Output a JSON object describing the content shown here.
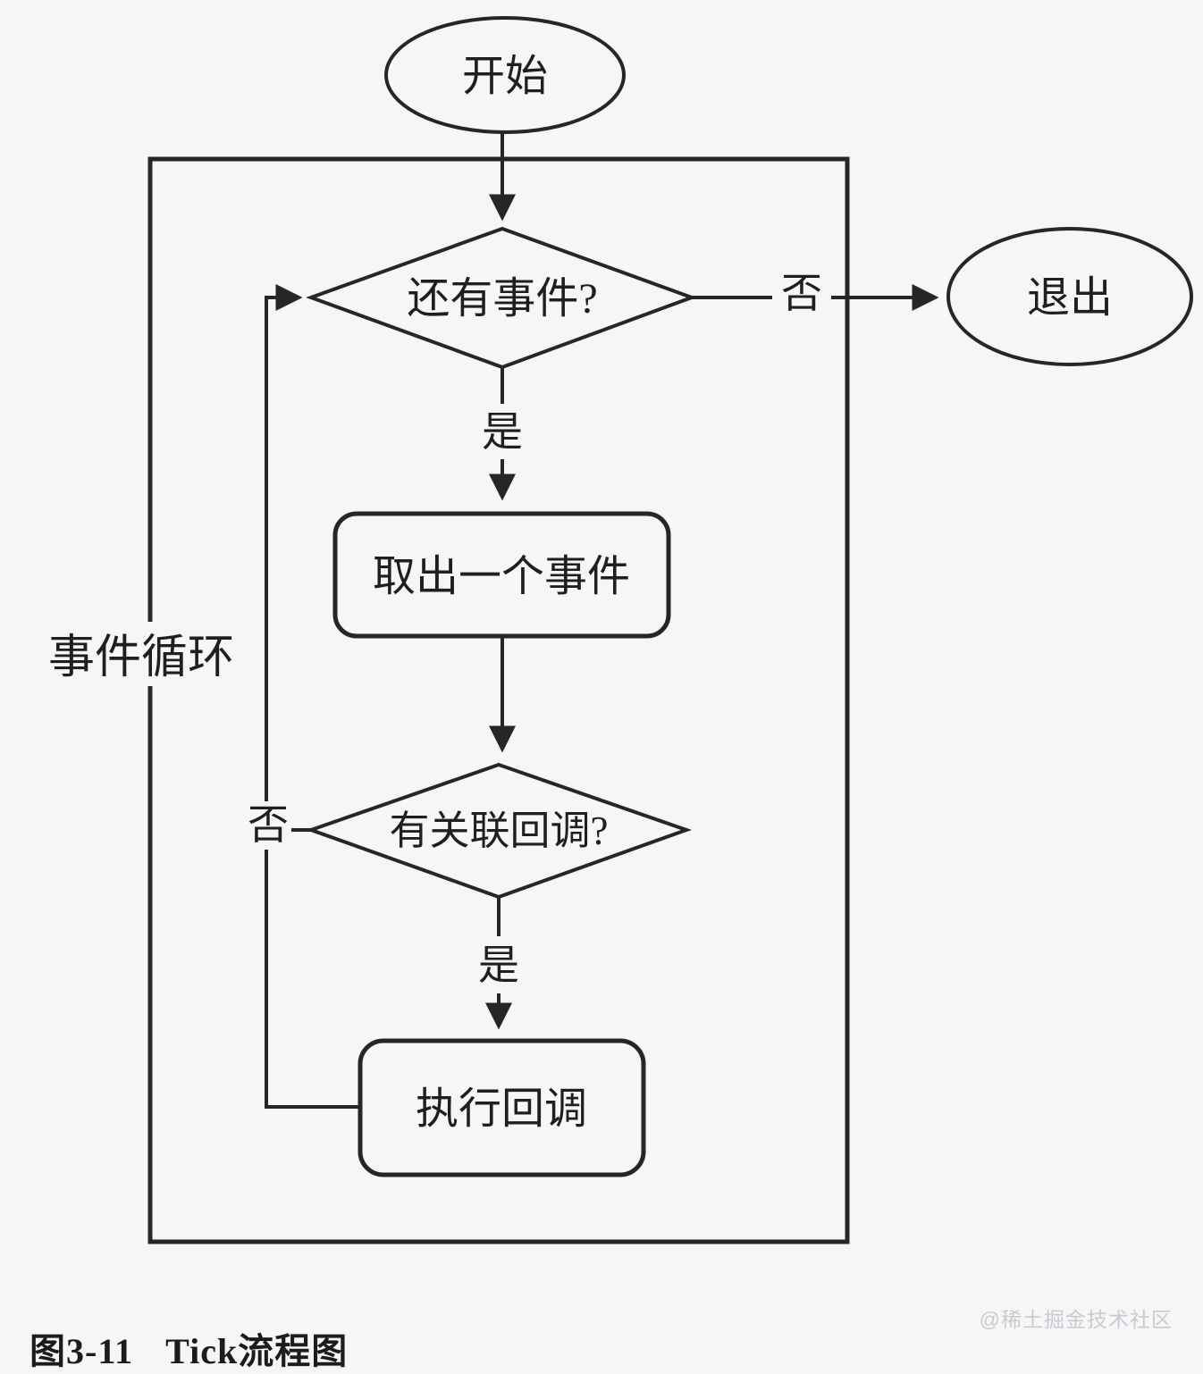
{
  "colors": {
    "background": "#f5f6f8",
    "stroke": "#262626",
    "text": "#1f1f1f",
    "watermark": "#c9cacd"
  },
  "flowchart": {
    "loop_label": "事件循环",
    "nodes": {
      "start": "开始",
      "has_events": "还有事件?",
      "exit": "退出",
      "take_event": "取出一个事件",
      "has_callback": "有关联回调?",
      "run_callback": "执行回调"
    },
    "edge_labels": {
      "has_events_yes": "是",
      "has_events_no": "否",
      "has_callback_yes": "是",
      "has_callback_no": "否"
    }
  },
  "caption": {
    "figure_number": "图3-11",
    "title": "Tick流程图"
  },
  "watermark": "@稀土掘金技术社区"
}
